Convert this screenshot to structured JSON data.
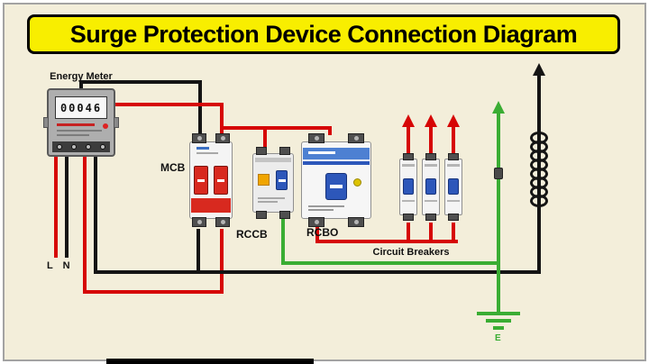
{
  "title": "Surge Protection Device Connection Diagram",
  "devices": {
    "energy_meter": {
      "label": "Energy Meter",
      "display": "00046"
    },
    "mcb": {
      "label": "MCB"
    },
    "rccb": {
      "label": "RCCB"
    },
    "rcbo": {
      "label": "RCBO"
    },
    "circuit_breakers": {
      "label": "Circuit Breakers"
    }
  },
  "annotations": {
    "line_neutral": "L N",
    "earth": "E"
  },
  "icons": {
    "up_arrows": "red upward arrows above each circuit breaker output",
    "earth_arrow": "green upward arrow on earth conductor",
    "supply_arrow": "black upward arrow on right conductor",
    "coil": "surge arrester coil on right black conductor",
    "ground_symbol": "three-bar earth ground symbol"
  },
  "colors": {
    "background": "#f3eeda",
    "banner": "#f8ee00",
    "wire_live": "#d60606",
    "wire_neutral": "#141414",
    "wire_earth": "#3aad33"
  }
}
